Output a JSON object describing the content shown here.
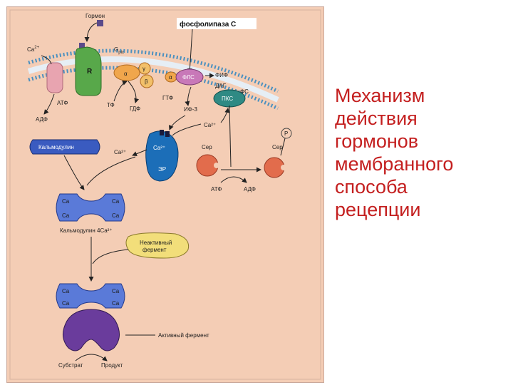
{
  "title_lines": [
    "Механизм",
    "действия",
    "гормонов",
    "мембранного",
    "способа",
    "рецепции"
  ],
  "colors": {
    "title": "#c42020",
    "panel": "#f4cdb5",
    "membrane": "#4a90c0",
    "receptor": "#58a84a",
    "g_protein": "#f0a64c",
    "plc": "#c878b8",
    "pkc": "#2f8a84",
    "calmodulin": "#3a5bc0",
    "er": "#1c6eb8",
    "substrate_protein": "#e26c4c",
    "inactive_enzyme": "#f2de7a",
    "active_enzyme": "#6a3c9c"
  },
  "diagram": {
    "hormone": "Гормон",
    "plc_header": "фосфолипаза С",
    "ca_out": "Ca",
    "ca_sup": "2+",
    "receptor": "R",
    "g_plc_main": "G",
    "g_plc_sub": "plc",
    "alpha": "α",
    "gamma": "γ",
    "beta": "β",
    "alpha_small": "α",
    "plc": "ФЛС",
    "fif": "ФИФ",
    "dag": "ДАГ",
    "fs": "ФС",
    "pkc": "ПКС",
    "atf": "АТФ",
    "adf": "АДФ",
    "tf": "ТФ",
    "gdf": "ГДФ",
    "gtf": "ГТФ",
    "if3": "ИФ-3",
    "ca2": "Ca²⁺",
    "calmodulin": "Кальмодулин",
    "er": "ЭР",
    "ser": "Сер",
    "p": "Р",
    "ca": "Ca",
    "calmodulin4": "Кальмодулин 4Ca²⁺",
    "inactive_enzyme_1": "Неактивный",
    "inactive_enzyme_2": "фермент",
    "active_enzyme": "Активный фермент",
    "substrate": "Субстрат",
    "product": "Продукт"
  }
}
